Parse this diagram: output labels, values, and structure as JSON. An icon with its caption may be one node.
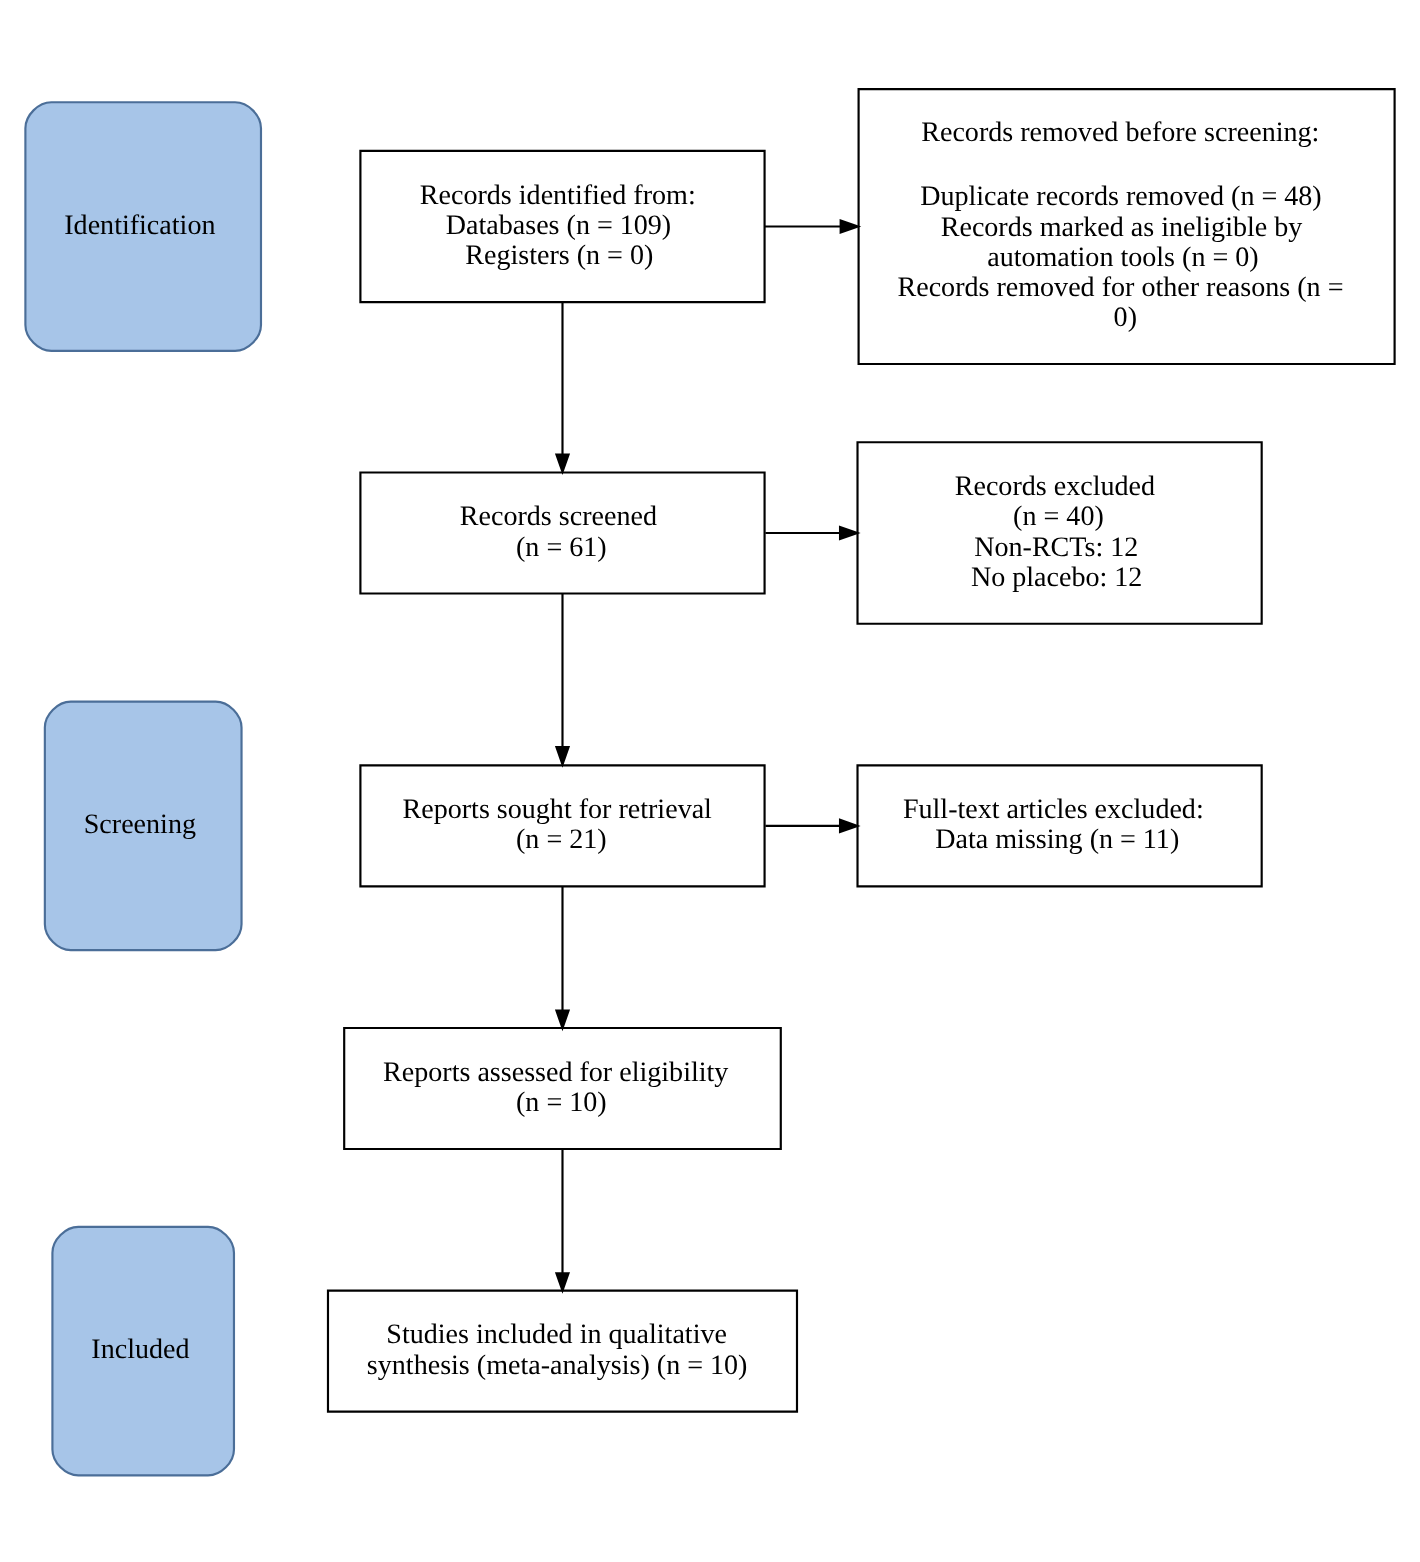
{
  "diagram": {
    "nodes": [
      {
        "text": [
          "Identification"
        ]
      },
      {
        "text": [
          "Records identified from:",
          "Databases (n = 109)",
          "Registers (n = 0)"
        ]
      },
      {
        "text": [
          "Records removed before screening:",
          "Duplicate records removed (n = 48)",
          "Records marked as ineligible by automation tools (n = 0)",
          "Records removed for other reasons (n = 0)"
        ]
      },
      {
        "text": [
          "Screening"
        ]
      },
      {
        "text": [
          "Records screened",
          "(n = 61)"
        ]
      },
      {
        "text": [
          "Records excluded",
          "(n = 40)",
          "Non-RCTs: 12",
          "No placebo: 12"
        ]
      },
      {
        "text": [
          "Reports sought for retrieval",
          "(n = 21)"
        ]
      },
      {
        "text": [
          "Full-text articles excluded:",
          "Data missing (n = 11)"
        ]
      },
      {
        "text": [
          "Reports assessed for eligibility",
          "(n = 10)"
        ]
      },
      {
        "text": [
          "Included"
        ]
      },
      {
        "text": [
          "Studies included in qualitative synthesis (meta-analysis) (n = 10)"
        ]
      }
    ],
    "edges": [
      {
        "from": 1,
        "to": 2,
        "arrow": "to"
      },
      {
        "from": 1,
        "to": 4,
        "arrow": "to"
      },
      {
        "from": 4,
        "to": 5,
        "arrow": "to"
      },
      {
        "from": 4,
        "to": 6,
        "arrow": "to"
      },
      {
        "from": 6,
        "to": 7,
        "arrow": "to"
      },
      {
        "from": 6,
        "to": 8,
        "arrow": "to"
      },
      {
        "from": 8,
        "to": 10,
        "arrow": "to"
      }
    ]
  }
}
